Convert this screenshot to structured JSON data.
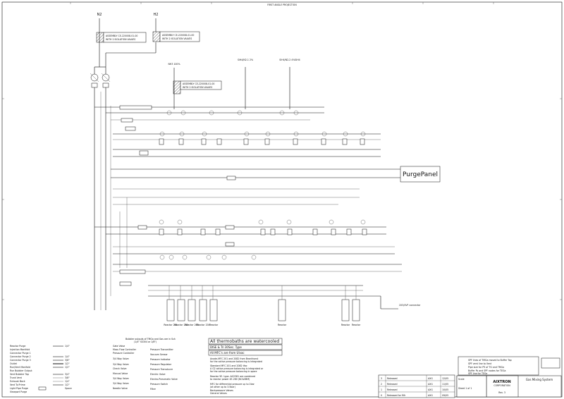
{
  "header": {
    "top_stamp": "FIRST ANGLE PROJECTION"
  },
  "sources": {
    "n2_label": "N2",
    "h2_label": "H2",
    "inlet_notes": [
      {
        "code": "ASSEMBLY CE-220008-01-00",
        "desc": "WITH 2 ISOLATION VALVES"
      },
      {
        "code": "ASSEMBLY CE-220008-01-00",
        "desc": "WITH 2 ISOLATION VALVES"
      }
    ]
  },
  "gas_inputs": [
    {
      "label": "NH3 100%"
    },
    {
      "label": "SiH4/N2-1 2%"
    },
    {
      "label": "SiH4/N2-2 4%SiH4"
    }
  ],
  "mid_assembly_note": {
    "code": "ASSEMBLY CE-220008-01-00",
    "desc": "WITH 2 ISOLATION VALVES"
  },
  "purge_panel": {
    "label": "PurgePanel"
  },
  "connector": {
    "label": "2X3/4VF connector"
  },
  "reactor_labels": [
    "Reactor 201",
    "Reactor 202",
    "Reactor 203",
    "Reactor 204",
    "Reactor",
    "Reactor",
    "Reactor",
    "Reactor"
  ],
  "notes_box": [
    {
      "text": "All thermobaths are watercooled"
    },
    {
      "text": "DISE & Tri 30Sec. Type"
    },
    {
      "text": "All MFC's are from Ulvac"
    },
    {
      "text": "Anode-MFC 201 and 2082 from Bronkhorst"
    },
    {
      "text": "for the active pressure balancing is Integrated"
    },
    {
      "text": "Standard MFC 201 and 2082 tfac"
    },
    {
      "text": "A G2 active pressure balancing is integrated or"
    },
    {
      "text": "for the active pressure balancing in spare"
    },
    {
      "text": "Reactor 5E. type. AG2381 are combined"
    },
    {
      "text": "to reactor power 4E-280 (NC&SBM)"
    },
    {
      "text": "MFC for differential pressure up to 2bar"
    },
    {
      "text": "(at other up to 3.5bar)"
    },
    {
      "text": "Backpressure Valves"
    },
    {
      "text": "General Valves"
    }
  ],
  "legend_title": "Bubbler outputs of TMGa and Gas are in Ssh",
  "legend_title2": "(1/4\" SS304 or 1/8\")",
  "legend_col1": [
    "Reactor Purge",
    "Injection Manifold",
    "Connector Purge 1",
    "Connector Purge 2",
    "Connector Purge 3",
    "Outlet",
    "Run/Vent Manifold",
    "Run Bubbler Output",
    "Vent Bubbler Tap",
    "Trunk Vent",
    "Exhaust Back",
    "Vent To Prime",
    "Light Pipe Purge",
    "Viewport Purge"
  ],
  "legend_col2": [
    "1/4\"",
    "1/4\"",
    "3/8\"",
    "1/2\"",
    "1/2\"",
    "3/4\"",
    "3/8\"",
    "1/4\"",
    "1/2\"",
    "Space"
  ],
  "legend_col3": [
    "Gate Valve",
    "Mass Flow Controller",
    "Pressure Controller",
    "3/4 Way Valve",
    "3/4 Way Valve",
    "Check Valve",
    "Manual Valve",
    "3/4 Way Valve",
    "3/4 Way Valve",
    "Needle Valve"
  ],
  "legend_col4": [
    "Pressure Transmitter",
    "Vacuum Sensor",
    "Pressure Indicator",
    "Pressure Regulator",
    "Pressure Transducer",
    "Electric Valve",
    "Electro-Pneumatic Valve",
    "Pressure Switch",
    "Filter"
  ],
  "revision_block": [
    {
      "num": "3",
      "desc": "Released",
      "by": "AXG",
      "date": "12/05"
    },
    {
      "num": "2",
      "desc": "Released",
      "by": "AXG",
      "date": "11/05"
    },
    {
      "num": "1",
      "desc": "Released",
      "by": "AXG",
      "date": "10/05"
    },
    {
      "num": "0",
      "desc": "Released for Mfr",
      "by": "AXG",
      "date": "09/05"
    }
  ],
  "title_block": {
    "company": "AIXTRON",
    "subcompany": "CORPORATION",
    "title": "Gas Mixing System",
    "rev_label": "Rev. 3",
    "scale_label": "Scale",
    "sheet_label": "Sheet 1 of 1"
  },
  "change_notes": [
    "SPF lines of TMGa moved to Buffer Tap",
    "SPF vent line to Vent",
    "Pipe size for P5 of TG and TMGa",
    "Buffer Ps and SPF nodes for TEGa",
    "SPF line for TEGa"
  ]
}
